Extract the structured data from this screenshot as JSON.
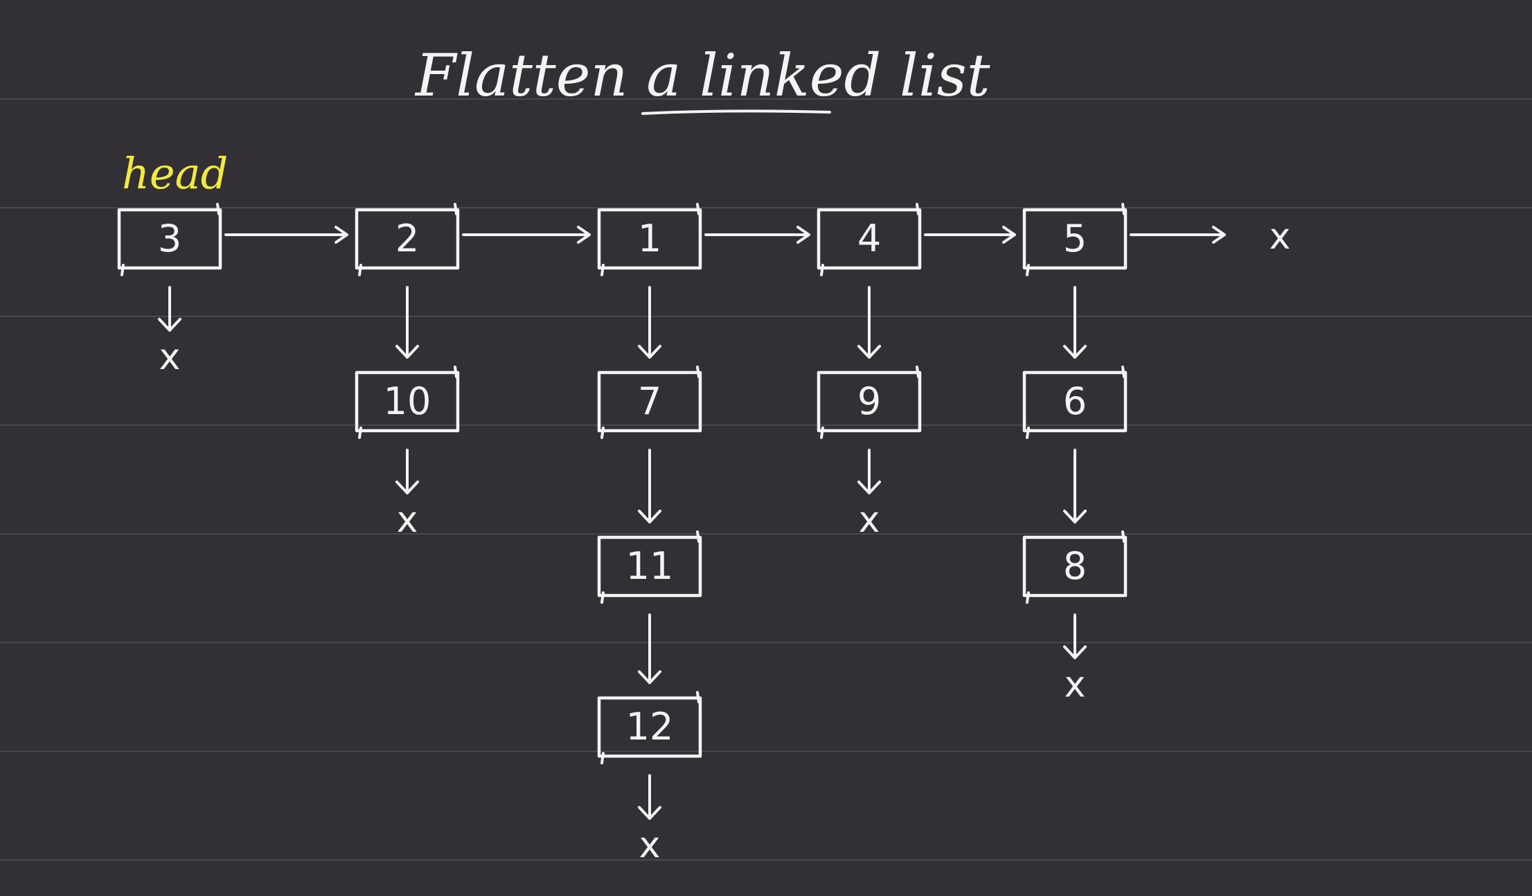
{
  "title": "Flatten a linked list",
  "head_label": "head",
  "null_symbol": "x",
  "colors": {
    "background": "#323034",
    "ink": "#f4f4f4",
    "highlight": "#f3ea3a"
  },
  "columns": [
    {
      "head": "3",
      "children": []
    },
    {
      "head": "2",
      "children": [
        "10"
      ]
    },
    {
      "head": "1",
      "children": [
        "7",
        "11",
        "12"
      ]
    },
    {
      "head": "4",
      "children": [
        "9"
      ]
    },
    {
      "head": "5",
      "children": [
        "6",
        "8"
      ]
    }
  ]
}
